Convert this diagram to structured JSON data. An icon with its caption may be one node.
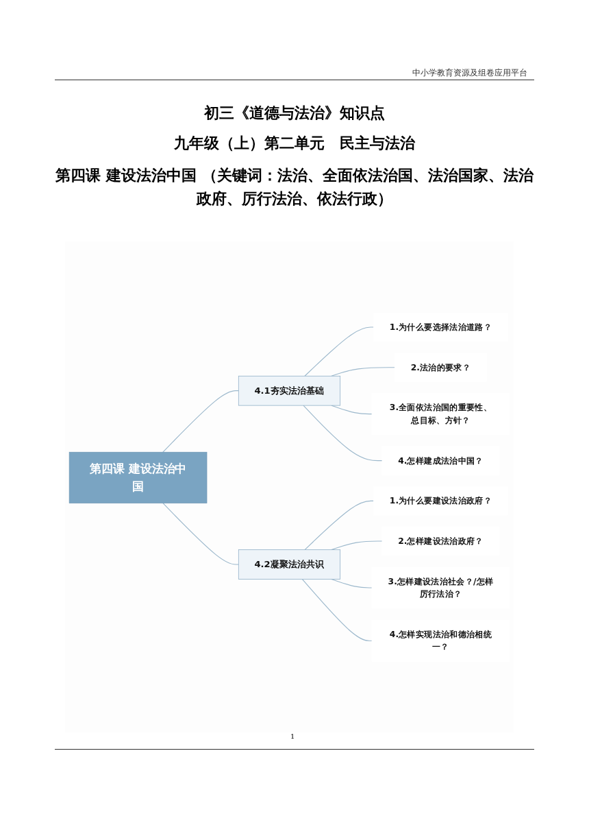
{
  "diagram": {
    "title": "初三《道德与法治》知识点",
    "nodes": [
      {
        "text": [
          "第四课 建设法治中国"
        ]
      },
      {
        "text": [
          "4.1夯实法治基础"
        ]
      },
      {
        "text": [
          "1.为什么要选择法治道路？"
        ]
      },
      {
        "text": [
          "2.法治的要求？"
        ]
      },
      {
        "text": [
          "3.全面依法治国的重要性、总目标、方针？"
        ]
      },
      {
        "text": [
          "4.怎样建成法治中国？"
        ]
      },
      {
        "text": [
          "4.2凝聚法治共识"
        ]
      },
      {
        "text": [
          "1.为什么要建设法治政府？"
        ]
      },
      {
        "text": [
          "2.怎样建设法治政府？"
        ]
      },
      {
        "text": [
          "3.怎样建设法治社会？/怎样厉行法治？"
        ]
      },
      {
        "text": [
          "4.怎样实现法治和德治相统一？"
        ]
      }
    ],
    "edges": [
      {
        "from": 0,
        "to": 1,
        "arrow": "none"
      },
      {
        "from": 1,
        "to": 2,
        "arrow": "none"
      },
      {
        "from": 1,
        "to": 3,
        "arrow": "none"
      },
      {
        "from": 1,
        "to": 4,
        "arrow": "none"
      },
      {
        "from": 1,
        "to": 5,
        "arrow": "none"
      },
      {
        "from": 0,
        "to": 6,
        "arrow": "none"
      },
      {
        "from": 6,
        "to": 7,
        "arrow": "none"
      },
      {
        "from": 6,
        "to": 8,
        "arrow": "none"
      },
      {
        "from": 6,
        "to": 9,
        "arrow": "none"
      },
      {
        "from": 6,
        "to": 10,
        "arrow": "none"
      }
    ],
    "labels": [
      "中小学教育资源及组卷应用平台",
      "九年级（上）第二单元　民主与法治",
      "第四课 建设法治中国 （关键词：法治、全面依法治国、法治国家、法治政府、厉行法治、依法行政）",
      "1"
    ]
  }
}
